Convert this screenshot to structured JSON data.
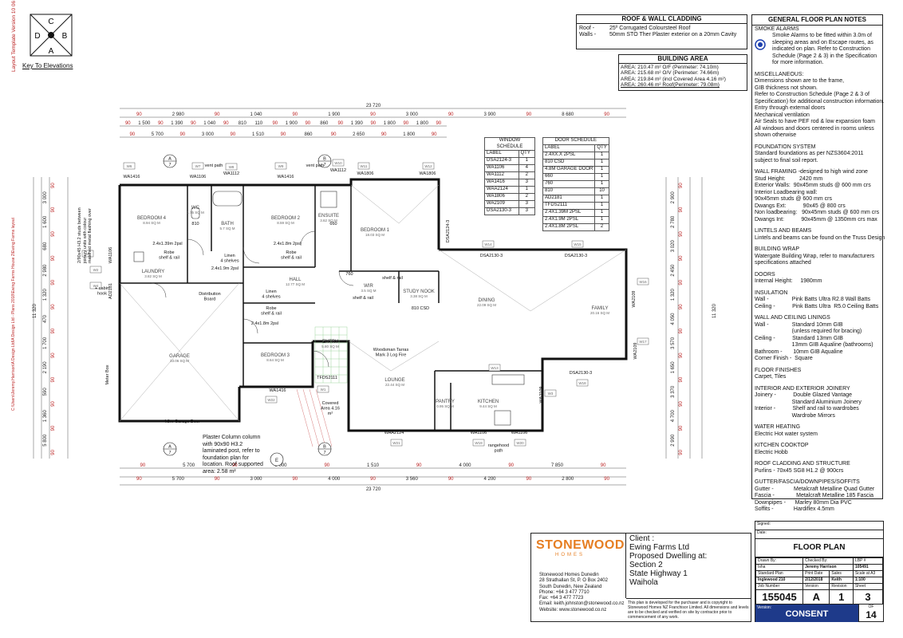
{
  "side_labels": {
    "version": "Layout Template Version 10 06",
    "path": "C:\\Users\\Jeremy.Harrison\\A Design Ltd\\A Design Ltd - Plans 2018\\Ewing Farms House 2\\Ewing Farms layout"
  },
  "key": {
    "letters": {
      "top": "C",
      "left": "D",
      "right": "B",
      "bottom": "A"
    },
    "caption": "Key To Elevations"
  },
  "roof_wall": {
    "title": "ROOF & WALL CLADDING",
    "rows": [
      {
        "label": "Roof -",
        "value": "25º Corrugated Coloursteel Roof"
      },
      {
        "label": "Walls -",
        "value": "50mm STO Ther Plaster exterior on a 20mm Cavity"
      }
    ]
  },
  "building_area": {
    "title": "BUILDING AREA",
    "rows": [
      "AREA: 210.47 m² O/F (Perimeter: 74.10m)",
      "AREA: 215.68 m² O/V (Perimeter: 74.66m)",
      "AREA: 219.84 m²        (incl Covered Area 4.16 m²)",
      "AREA: 260.46 m² Roof(Perimeter: 79.08m)"
    ]
  },
  "notes": {
    "title": "GENERAL FLOOR PLAN NOTES",
    "smoke_title": "SMOKE ALARMS",
    "smoke_text": "Smoke Alarms to be fitted within 3.0m of sleeping areas and on Escape routes, as indicated on plan.  Refer to Construction Schedule (Page 2 & 3) in the Specification for more information.",
    "sections": [
      {
        "h": "MISCELLANEOUS:",
        "lines": [
          "Dimensions shown are to the frame,",
          "GIB thickness not shown.",
          "Refer to Construction Schedule (Page 2 & 3 of",
          "Specification) for additional construction information.",
          "Entry through external doors",
          "Mechanical ventilation",
          "Air Seals to have PEF rod & low expansion foam",
          "All windows and doors centered in rooms unless",
          "shown otherwise"
        ]
      },
      {
        "h": "FOUNDATION SYSTEM",
        "lines": [
          "Standard foundations as per NZS3604:2011",
          "subject to final soil report."
        ]
      },
      {
        "h": "WALL FRAMING -designed to high wind zone",
        "lines": [
          "Stud Height:         2420 mm",
          "Exterior Walls:  90x45mm studs @ 600 mm crs",
          "Interior Loadbearing wall:",
          "90x45mm studs @ 600 mm crs",
          "Dwangs Ext:           90x45 @ 800 crs",
          "Non loadbearing:   90x45mm studs @ 600 mm crs",
          "Dwangs Int:           90x45mm @ 1350mm crs max"
        ]
      },
      {
        "h": "LINTELS AND BEAMS",
        "lines": [
          "Lintels and beams can be found on the Truss Design"
        ]
      },
      {
        "h": "BUILDING WRAP",
        "lines": [
          "Watergate Building Wrap, refer to manufacturers",
          "specifications attached"
        ]
      },
      {
        "h": "DOORS",
        "lines": [
          "Internal Height:     1980mm"
        ]
      },
      {
        "h": "INSULATION",
        "lines": [
          "Wall -               Pink Batts Ultra R2.8 Wall Batts",
          "Ceiling -           Pink Batts Ultra  R5.0 Ceiling Batts"
        ]
      },
      {
        "h": "WALL AND CEILING LININGS",
        "lines": [
          "Wall -               Standard 10mm GIB",
          "                        (unless required for bracing)",
          "Ceiling -           Standard 13mm GIB",
          "                        13mm GIB Aqualine (bathrooms)",
          "Bathroom -       10mm GIB Aqualine",
          "Corner Finish -  Square"
        ]
      },
      {
        "h": "FLOOR FINISHES",
        "lines": [
          "Carpet, Tiles"
        ]
      },
      {
        "h": "INTERIOR AND EXTERIOR JOINERY",
        "lines": [
          "Joinery -           Double Glazed Vantage",
          "                        Standard Aluminium Joinery",
          "Interior -           Shelf and rail to wardrobes",
          "                        Wardrobe Mirrors"
        ]
      },
      {
        "h": "WATER HEATING",
        "lines": [
          "Electric Hot water system"
        ]
      },
      {
        "h": "KITCHEN COOKTOP",
        "lines": [
          "Electric Hobb"
        ]
      },
      {
        "h": "ROOF CLADDING AND STRUCTURE",
        "lines": [
          "Purlins - 70x45 SG8 H1.2 @ 900crs"
        ]
      },
      {
        "h": "GUTTER/FASCIA/DOWNPIPES/SOFFITS",
        "lines": [
          "Gutter -             Metalcraft Metalline Quad Gutter",
          "Fascia -              Metalcraft Metalline 185 Fascia",
          "Downpipes -      Marley 80mm Dia PVC",
          "Soffits -             Hardiflex 4.5mm"
        ]
      }
    ]
  },
  "window_schedule": {
    "title": "WINDOW SCHEDULE",
    "headers": [
      "LABEL",
      "QTY"
    ],
    "rows": [
      [
        "DSA2124-3",
        "1"
      ],
      [
        "WA1106",
        "4"
      ],
      [
        "WA1112",
        "2"
      ],
      [
        "WA1416",
        "3"
      ],
      [
        "WAA2124",
        "1"
      ],
      [
        "WA1806",
        "2"
      ],
      [
        "WA2109",
        "3"
      ],
      [
        "DSA2130-3",
        "3"
      ]
    ]
  },
  "door_schedule": {
    "title": "DOOR SCHEDULE",
    "headers": [
      "LABEL",
      "QTY"
    ],
    "rows": [
      [
        "2.4XX.X 2PSL",
        "1"
      ],
      [
        "810 CSD",
        "1"
      ],
      [
        "4.8M GARAGE DOOR",
        "1"
      ],
      [
        "660",
        "1"
      ],
      [
        "760",
        "1"
      ],
      [
        "810",
        "10"
      ],
      [
        "AD2181",
        "1"
      ],
      [
        "TFDS2111",
        "1"
      ],
      [
        "2.4X1.39M 2PSL",
        "1"
      ],
      [
        "2.4X1.9M 2PSL",
        "1"
      ],
      [
        "2.4X1.8M 2PSL",
        "2"
      ]
    ]
  },
  "plan": {
    "overall_dim": "23 720",
    "top_dims_row1": [
      "90",
      "2 980",
      "90",
      "1 040",
      "90",
      "1 900",
      "90",
      "3 000",
      "90",
      "3 900",
      "90",
      "8 680",
      "90"
    ],
    "top_dims_row2": [
      "90",
      "1 500",
      "90",
      "1 390",
      "90",
      "1 040",
      "90",
      "810",
      "110",
      "90",
      "1 900",
      "90",
      "860",
      "90",
      "1 390",
      "90",
      "1 800",
      "90",
      "1 800",
      "90"
    ],
    "top_dims_row3": [
      "90",
      "5 700",
      "90",
      "3 000",
      "90",
      "1 510",
      "90",
      "860",
      "90",
      "2 650",
      "90",
      "1 800",
      "90"
    ],
    "bottom_dims_row1": [
      "90",
      "5 700",
      "90",
      "3 000",
      "90",
      "1 510",
      "90",
      "4 000",
      "90",
      "7 850",
      "90"
    ],
    "bottom_dims_row2": [
      "90",
      "5 700",
      "90",
      "3 000",
      "90",
      "4 000",
      "90",
      "3 560",
      "90",
      "4 200",
      "90",
      "2 800",
      "90"
    ],
    "bottom_overall": "23 720",
    "left_overall": "11 320",
    "right_overall": "11 320",
    "rooms": [
      {
        "name": "BEDROOM 4",
        "area": "8.94 SQ M"
      },
      {
        "name": "WC",
        "area": "1.75 SQ M"
      },
      {
        "name": "BATH",
        "area": "5.7 SQ M"
      },
      {
        "name": "BEDROOM 2",
        "area": "8.59 SQ M"
      },
      {
        "name": "ENSUITE",
        "area": "3.62 SQ M"
      },
      {
        "name": "BEDROOM 1",
        "area": "18.03 SQ M"
      },
      {
        "name": "LAUNDRY",
        "area": "3.82 SQ M"
      },
      {
        "name": "HALL",
        "area": "12.77 SQ M"
      },
      {
        "name": "WIR",
        "area": "3.5 SQ M"
      },
      {
        "name": "STUDY NOOK",
        "area": "3.38 SQ M"
      },
      {
        "name": "DINING",
        "area": "22.09 SQ M"
      },
      {
        "name": "FAMILY",
        "area": "20.16 SQ M"
      },
      {
        "name": "GARAGE",
        "area": "33.06 SQ M"
      },
      {
        "name": "BEDROOM 3",
        "area": "8.64 SQ M"
      },
      {
        "name": "ENTRY",
        "area": "5.80 SQ M"
      },
      {
        "name": "LOUNGE",
        "area": "22.44 SQ M"
      },
      {
        "name": "KITCHEN",
        "area": "9.44 SQ M"
      },
      {
        "name": "PANTRY",
        "area": "0.95 SQ M"
      }
    ],
    "window_tags": [
      "WA1416",
      "WA1106",
      "WA1112",
      "WA1416",
      "WA1112",
      "WA1806",
      "WA1806",
      "DSA2124-3",
      "DSA2130-3",
      "DSA2130-3",
      "WA2109",
      "WA2109",
      "DSA2130-3",
      "WA2109",
      "WA1106",
      "WA1106",
      "WAA2124",
      "WA1416",
      "WA1106",
      "AD2181",
      "TFDS2111"
    ],
    "window_ids": [
      "W6",
      "W7",
      "W8",
      "W9",
      "W10",
      "W11",
      "W12",
      "W14",
      "W15",
      "W16",
      "W17",
      "W18",
      "W19",
      "W20",
      "W21",
      "W22",
      "W2",
      "W4",
      "W5",
      "W1",
      "W3",
      "W13"
    ],
    "annotations": {
      "vent1": "vent path",
      "vent2": "vent path",
      "robe1": "Robe\nshelf & rail",
      "robe2": "Robe\nshelf & rail",
      "robe3": "Robe\nshelf & rail",
      "linen1": "Linen\n4 shelves",
      "linen2": "Linen\n4 shelves",
      "psl_b4": "2.4x1.39m 2psl",
      "psl_b2": "2.4x1.8m 2psl",
      "psl_hall": "2.4x1.9m 2psl",
      "psl_b3": "2.4x1.8m 2psl",
      "wir": "shelf & rail",
      "wir2": "shelf & rail",
      "dist": "Distribution\nBoard",
      "fire": "Woodsman Tarras\nMark 3 Log Fire",
      "csd": "810 CSD",
      "meter": "Meter Box",
      "garage_door": "4.8m Garage Door",
      "covered": "Covered\nArea 4.16\nm²",
      "column": "Plaster Column column\nwith 90x90 H3.2\nlaminated post, refer to\nfoundation plan for\nlocation. Roof supported\narea: 2.58 m²",
      "rangehood": "rangehood\npath",
      "left_note": "2/90x45 H3.2 studs between\njoinery units with colour\nmatched metal flashing over",
      "clean_hook": "+ cabin\nhook",
      "d810": "810",
      "d760": "760",
      "d660": "660"
    },
    "section_markers": [
      {
        "letter": "A",
        "num": "7"
      },
      {
        "letter": "B",
        "num": "7"
      },
      {
        "letter": "A",
        "num": "7"
      },
      {
        "letter": "B",
        "num": "7"
      },
      {
        "letter": "E",
        "num": ""
      }
    ],
    "left_dims": [
      "90",
      "3 000",
      "90",
      "1 600",
      "90",
      "680",
      "90",
      "2 980",
      "90",
      "1 320",
      "90",
      "470",
      "90",
      "1 700",
      "90",
      "2 190",
      "90",
      "590",
      "90",
      "1 360",
      "90",
      "5 800",
      "90"
    ],
    "right_dims": [
      "90",
      "2 900",
      "90",
      "2 780",
      "90",
      "3 020",
      "90",
      "2 450",
      "90",
      "1 320",
      "90",
      "4 050",
      "90",
      "3 570",
      "90",
      "1 650",
      "90",
      "3 370",
      "90",
      "4 700",
      "90",
      "2 990",
      "90"
    ]
  },
  "title_block": {
    "logo": "STONEWOOD",
    "logo_sub": "HOMES",
    "company": "Stonewood Homes Dunedin",
    "addr1": "28 Strathallan St, P. O Box 2402",
    "addr2": "South Dunedin, New Zealand",
    "phone": "Phone:    +64 3 477 7710",
    "fax": "Fax:        +64 3 477 7723",
    "email": "Email:    keith.johnston@stonewood.co.nz",
    "web": "Website: www.stonewood.co.nz",
    "client_label": "Client :",
    "client_lines": [
      "Ewing Farms Ltd",
      "Proposed Dwelling at:",
      "Section 2",
      "State Highway 1",
      "Waihola"
    ],
    "disclaimer": "This plan is developed for the purchaser and is copyright to Stonewood Homes NZ Franchisor Limited. All dimensions and levels are to be checked and verified on site by contractor prior to commencement of any work.",
    "signed_label": "Signed:",
    "date_label": "Date:",
    "plan_title": "FLOOR PLAN",
    "drawn_by_label": "Drawn By:",
    "drawn_by": "Isha",
    "checked_by_label": "Checked By:",
    "checked_by": "Jeremy Harrison",
    "lbp_label": "LBP #",
    "lbp": "105491",
    "std_plan_label": "Standard Plan",
    "std_plan": "Inglewood 210",
    "print_date_label": "Print Date",
    "print_date": "2/12/2018",
    "sales_label": "Sales",
    "sales": "Keith",
    "scale_label": "Scale at A3",
    "scale": "1:100",
    "job_label": "Job Number",
    "job": "155045",
    "version_label": "Version",
    "version": "A",
    "revision_label": "Revision",
    "revision": "1",
    "sheet_label": "Sheet",
    "sheet": "3",
    "of_label": "OF",
    "of": "14",
    "status_label": "Version:",
    "status": "CONSENT"
  },
  "colors": {
    "dim_red": "#b22222",
    "title_blue": "#1e3a8a",
    "logo_orange": "#e67e22",
    "smoke_blue": "#1e40af"
  }
}
